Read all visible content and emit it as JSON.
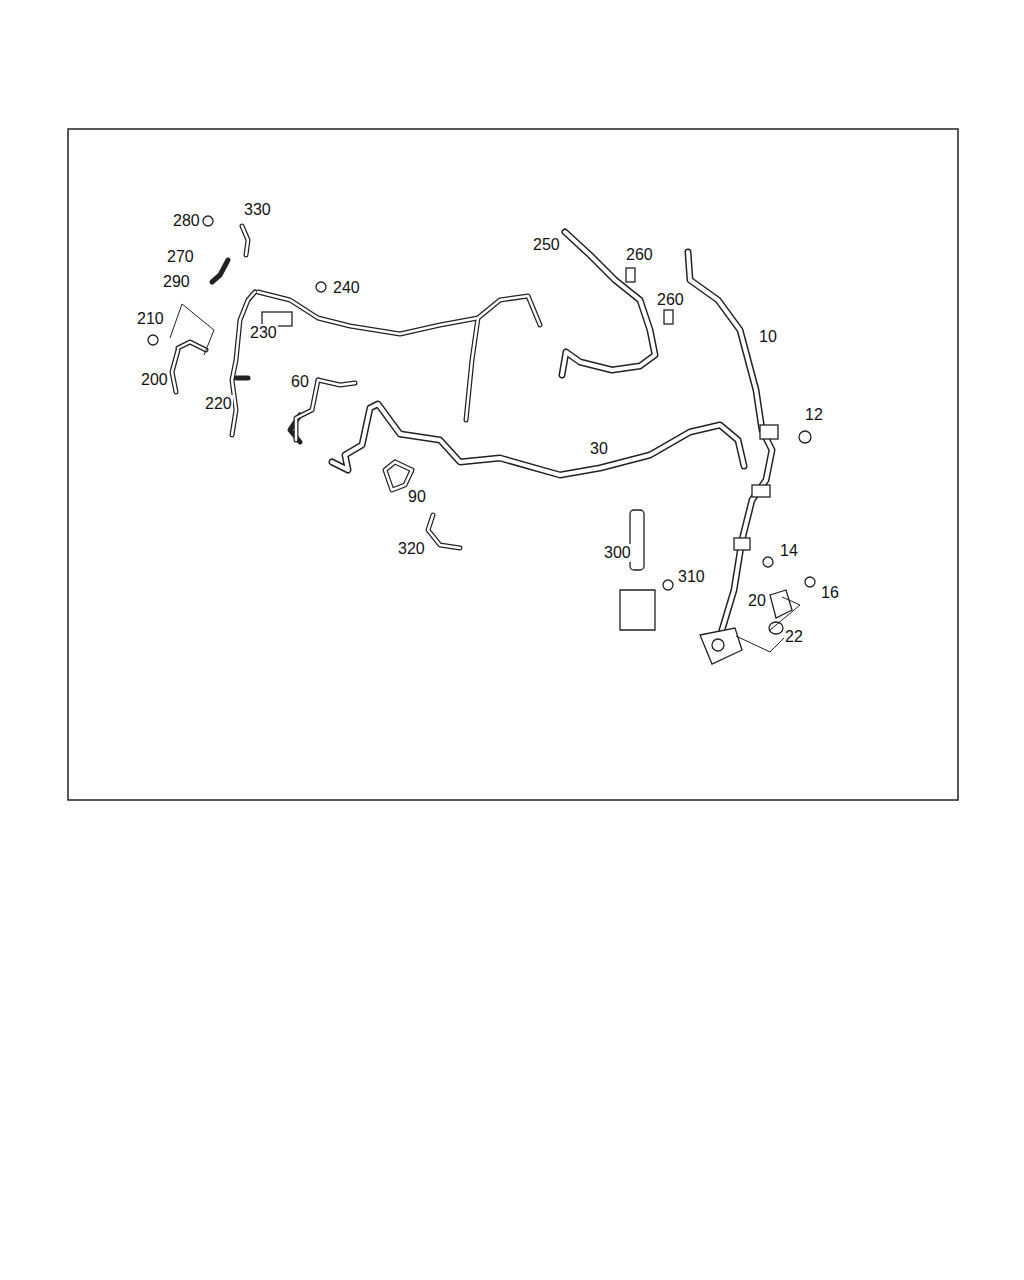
{
  "diagram": {
    "labels": [
      "280",
      "330",
      "270",
      "250",
      "260",
      "290",
      "240",
      "260",
      "230",
      "210",
      "10",
      "200",
      "60",
      "220",
      "12",
      "30",
      "90",
      "300",
      "14",
      "310",
      "320",
      "20",
      "16",
      "22"
    ]
  }
}
